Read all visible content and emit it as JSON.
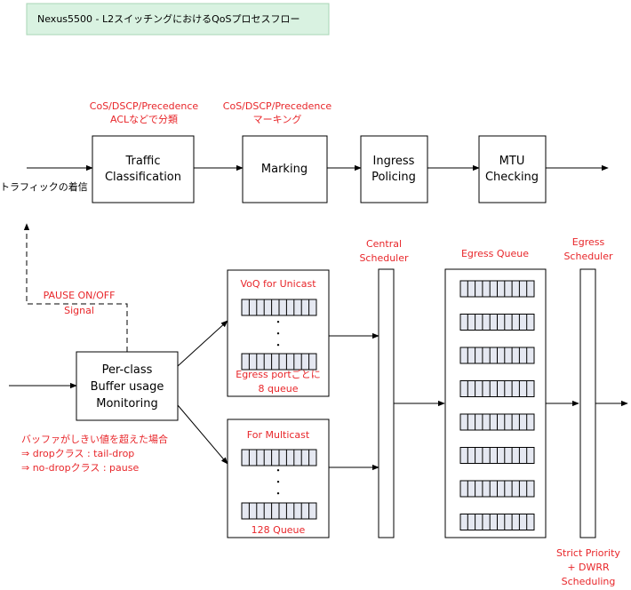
{
  "title": "Nexus5500 - L2スイッチングにおけるQoSプロセスフロー",
  "colors": {
    "title_bg": "#d9f2e1",
    "title_border": "#a8d5b5",
    "annotation": "#e8262a",
    "queue_fill": "#e5e8f1"
  },
  "input_label": "トラフィックの着信",
  "pipeline": [
    {
      "line1": "Traffic",
      "line2": "Classification"
    },
    {
      "line1": "Marking",
      "line2": ""
    },
    {
      "line1": "Ingress",
      "line2": "Policing"
    },
    {
      "line1": "MTU",
      "line2": "Checking"
    }
  ],
  "annotations": {
    "classification_1": "CoS/DSCP/Precedence",
    "classification_2": "ACLなどで分類",
    "marking_1": "CoS/DSCP/Precedence",
    "marking_2": "マーキング",
    "pause_1": "PAUSE ON/OFF",
    "pause_2": "Signal",
    "buffer_1": "バッファがしきい値を超えた場合",
    "buffer_2": "⇒ dropクラス : tail-drop",
    "buffer_3": "⇒ no-dropクラス : pause",
    "voq_1": "Egress portごとに",
    "voq_2": "8 queue",
    "multicast_bottom": "128 Queue",
    "strict_1": "Strict Priority",
    "strict_2": "+ DWRR",
    "strict_3": "Scheduling"
  },
  "monitor": {
    "line1": "Per-class",
    "line2": "Buffer usage",
    "line3": "Monitoring"
  },
  "voq_unicast_title": "VoQ for Unicast",
  "voq_multicast_title": "For Multicast",
  "central_scheduler": {
    "line1": "Central",
    "line2": "Scheduler"
  },
  "egress_queue_title": "Egress Queue",
  "egress_queue_count": 8,
  "egress_scheduler": {
    "line1": "Egress",
    "line2": "Scheduler"
  },
  "dots": "・"
}
